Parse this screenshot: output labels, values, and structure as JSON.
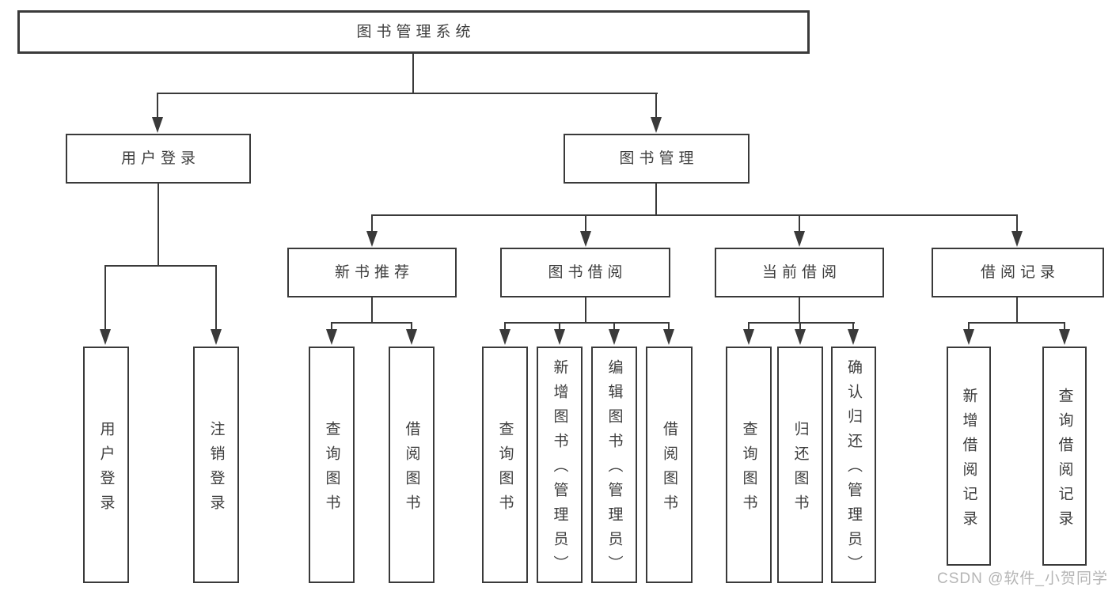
{
  "tree": {
    "label": "图书管理系统",
    "children": [
      {
        "label": "用户登录",
        "children": [
          {
            "label": "用户登录"
          },
          {
            "label": "注销登录"
          }
        ]
      },
      {
        "label": "图书管理",
        "children": [
          {
            "label": "新书推荐",
            "children": [
              {
                "label": "查询图书"
              },
              {
                "label": "借阅图书"
              }
            ]
          },
          {
            "label": "图书借阅",
            "children": [
              {
                "label": "查询图书"
              },
              {
                "label": "新增图书（管理员）"
              },
              {
                "label": "编辑图书（管理员）"
              },
              {
                "label": "借阅图书"
              }
            ]
          },
          {
            "label": "当前借阅",
            "children": [
              {
                "label": "查询图书"
              },
              {
                "label": "归还图书"
              },
              {
                "label": "确认归还（管理员）"
              }
            ]
          },
          {
            "label": "借阅记录",
            "children": [
              {
                "label": "新增借阅记录"
              },
              {
                "label": "查询借阅记录"
              }
            ]
          }
        ]
      }
    ]
  },
  "watermark": {
    "text": "CSDN @软件_小贺同学"
  },
  "colors": {
    "line": "#3a3a3a",
    "text": "#3d3d3d",
    "watermark": "#b5b5b5",
    "background": "#ffffff"
  }
}
